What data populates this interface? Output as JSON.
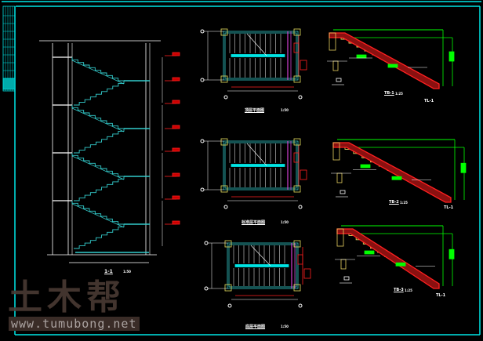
{
  "colors": {
    "frame": "#00e5e5",
    "stair": "#33cccc",
    "rebar": "#ff2020",
    "dim": "#00ff00",
    "line": "#ffffff",
    "step": "#e8d060"
  },
  "section": {
    "title": "1-1",
    "scale": "1:50"
  },
  "plans": [
    {
      "title": "顶层平面图",
      "scale": "1:50"
    },
    {
      "title": "标准层平面图",
      "scale": "1:50"
    },
    {
      "title": "底层平面图",
      "scale": "1:50"
    }
  ],
  "details": [
    {
      "title": "TB-1",
      "scale": "1:25",
      "beam": "TL-1"
    },
    {
      "title": "TB-2",
      "scale": "1:25",
      "beam": "TL-1"
    },
    {
      "title": "TB-3",
      "scale": "1:25",
      "beam": "TL-1"
    }
  ],
  "watermark": {
    "logo": "土木帮",
    "url": "www.tumubong.net"
  }
}
